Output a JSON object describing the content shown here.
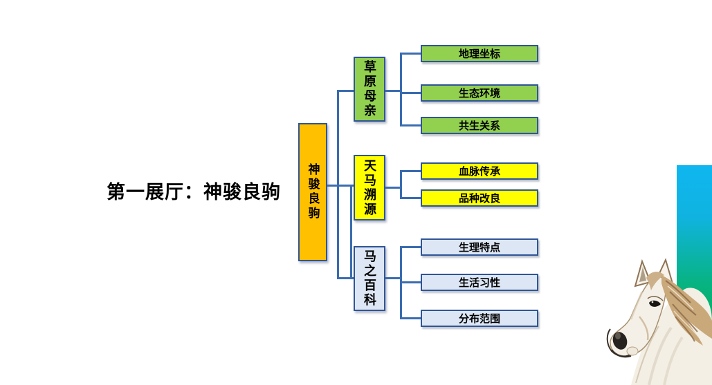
{
  "slide": {
    "title": "第一展厅：神骏良驹",
    "background": "#FFFFFF"
  },
  "diagram": {
    "root": {
      "label": "神骏良驹",
      "fill": "#FFC000"
    },
    "branches": [
      {
        "label": "草原母亲",
        "fill": "#92D050",
        "children": [
          {
            "label": "地理坐标"
          },
          {
            "label": "生态环境"
          },
          {
            "label": "共生关系"
          }
        ]
      },
      {
        "label": "天马溯源",
        "fill": "#FFFF00",
        "children": [
          {
            "label": "血脉传承"
          },
          {
            "label": "品种改良"
          }
        ]
      },
      {
        "label": "马之百科",
        "fill": "#DCE6F4",
        "children": [
          {
            "label": "生理特点"
          },
          {
            "label": "生活习性"
          },
          {
            "label": "分布范围"
          }
        ]
      }
    ],
    "colors": {
      "connector": "#3A6CB0",
      "box_border": "#2F5597",
      "text": "#000000"
    }
  },
  "decor": {
    "gradient_bar": {
      "top_color": "#0FB6F0",
      "bottom_color": "#00B05B"
    },
    "horse": {
      "name": "white-horse-head-painting"
    }
  }
}
